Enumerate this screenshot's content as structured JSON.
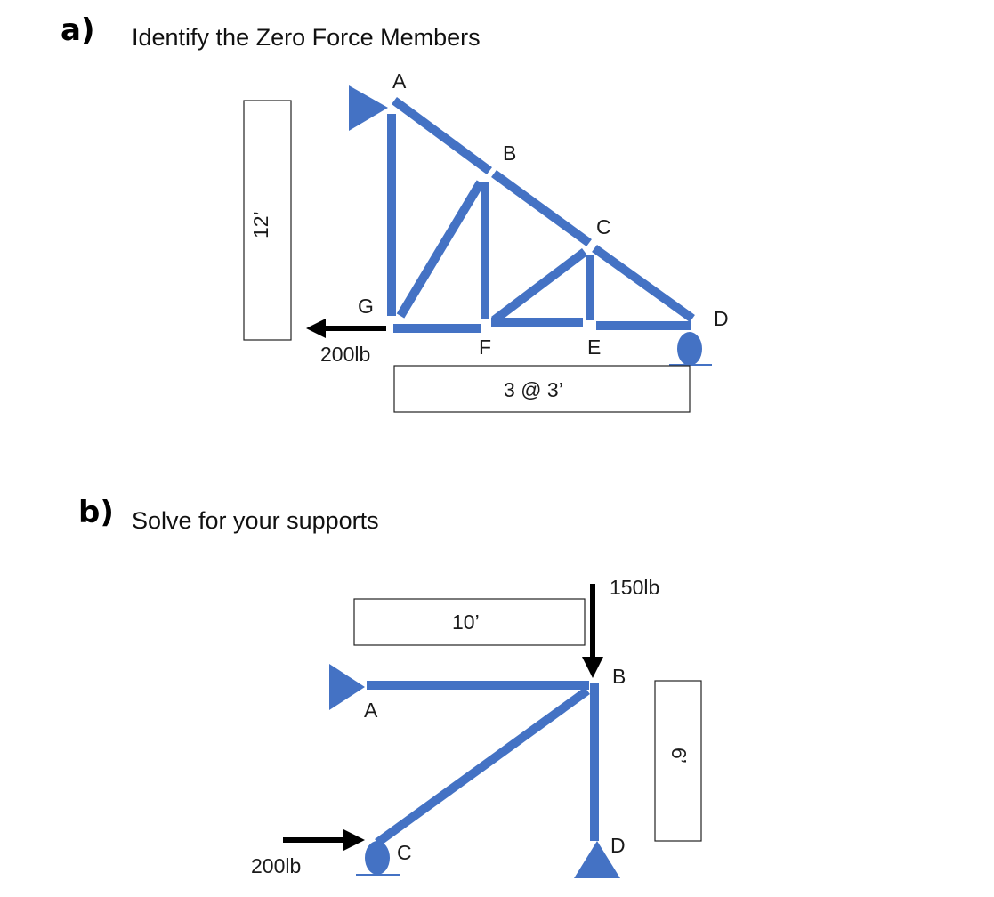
{
  "part_a": {
    "marker": "a)",
    "title": "Identify the Zero Force Members",
    "nodes": {
      "A": "A",
      "B": "B",
      "C": "C",
      "D": "D",
      "E": "E",
      "F": "F",
      "G": "G"
    },
    "load": "200lb",
    "height_dim": "12’",
    "span_dim": "3 @ 3’"
  },
  "part_b": {
    "marker": "b)",
    "title": "Solve for your supports",
    "nodes": {
      "A": "A",
      "B": "B",
      "C": "C",
      "D": "D"
    },
    "vertical_load": "150lb",
    "horizontal_load": "200lb",
    "span_dim": "10’",
    "height_dim": "6’"
  },
  "colors": {
    "member": "#4472c4",
    "support": "#4472c4",
    "arrow": "#000000"
  }
}
